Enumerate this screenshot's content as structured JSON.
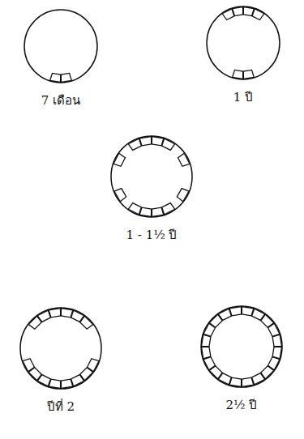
{
  "diagram": {
    "nodes": [
      {
        "text": [
          "7 เดือน"
        ]
      },
      {
        "text": [
          "1 ปี"
        ]
      },
      {
        "text": [
          "1 - 1½ ปี"
        ]
      },
      {
        "text": [
          "ปีที่ 2"
        ]
      },
      {
        "text": [
          "2½ ปี"
        ]
      }
    ]
  }
}
